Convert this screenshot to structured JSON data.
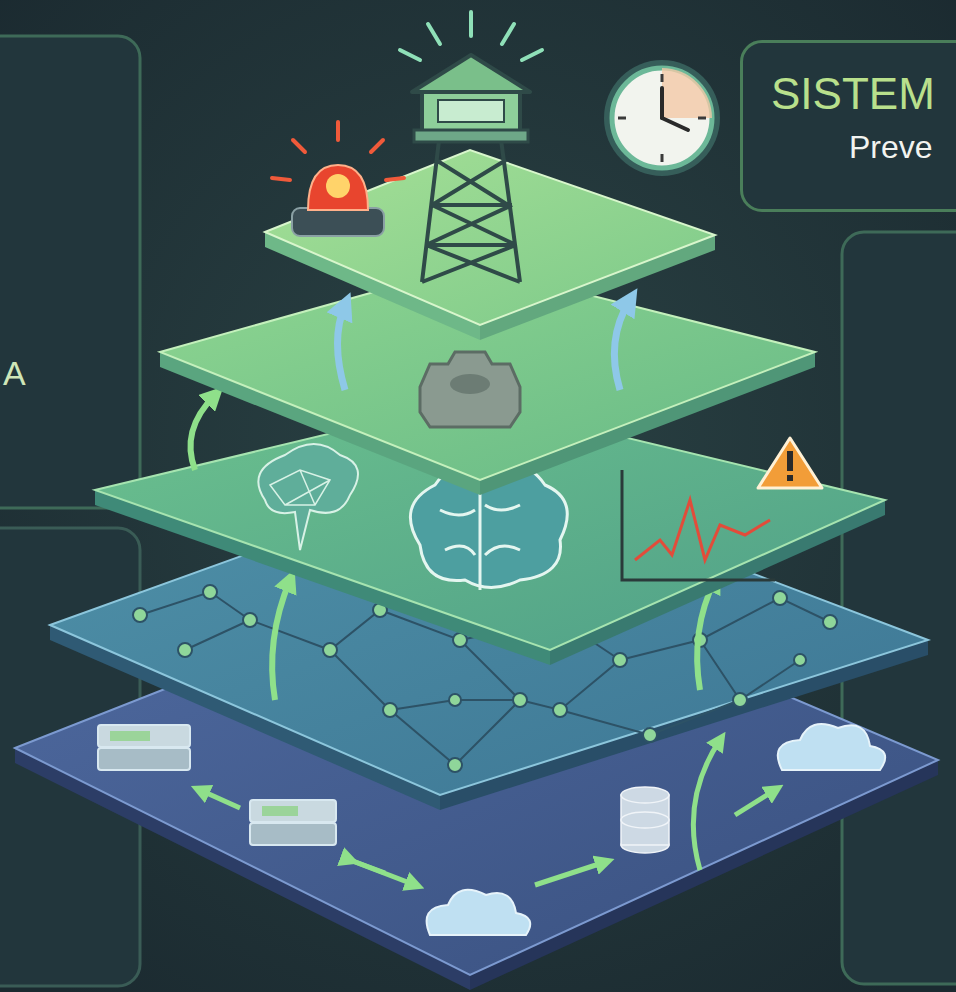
{
  "diagram": {
    "nodes": [
      {
        "text": [
          "SISTEM",
          "Preve"
        ]
      },
      {
        "text": [
          "A"
        ]
      }
    ]
  }
}
